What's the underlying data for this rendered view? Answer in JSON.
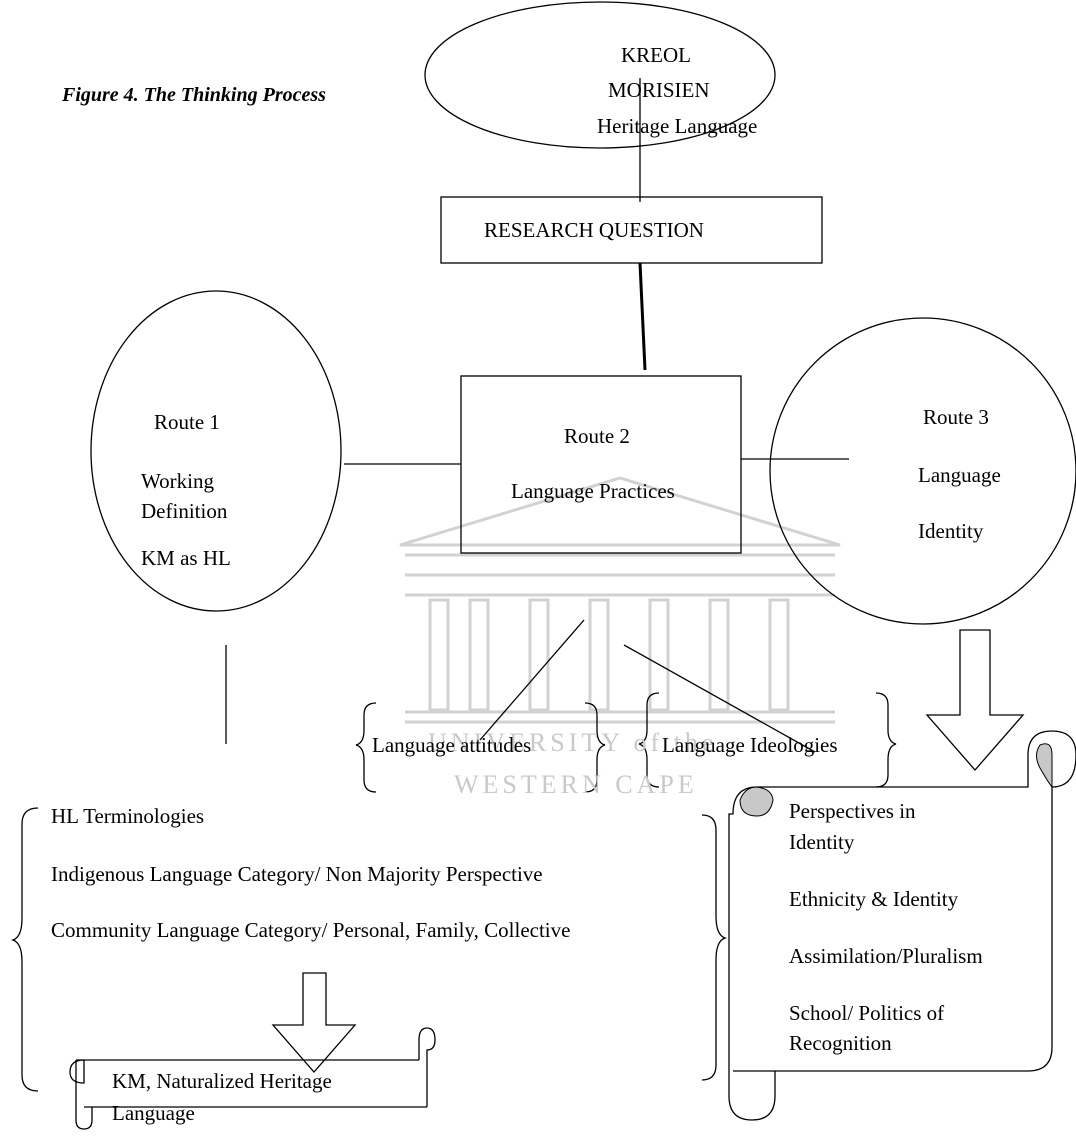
{
  "figure_title": "Figure 4. The Thinking Process",
  "top_node": {
    "line1": "KREOL",
    "line2": "MORISIEN",
    "line3": "Heritage Language"
  },
  "research_question": "RESEARCH QUESTION",
  "route1": {
    "title": "Route 1",
    "line1": "Working",
    "line2": "Definition",
    "line3": "KM as HL"
  },
  "route2": {
    "title": "Route 2",
    "subtitle": "Language Practices"
  },
  "route3": {
    "title": "Route 3",
    "line1": "Language",
    "line2": "Identity"
  },
  "branches": {
    "attitudes": "Language attitudes",
    "ideologies": "Language Ideologies"
  },
  "hl_terminologies": {
    "heading": "HL Terminologies",
    "item1": "Indigenous Language Category/ Non Majority Perspective",
    "item2": "Community Language Category/ Personal, Family, Collective"
  },
  "km_scroll": {
    "line1": "KM, Naturalized Heritage",
    "line2": "Language"
  },
  "identity_scroll": {
    "item1_line1": "Perspectives in",
    "item1_line2": "Identity",
    "item2": "Ethnicity & Identity",
    "item3": "Assimilation/Pluralism",
    "item4_line1": "School/ Politics of",
    "item4_line2": "Recognition"
  },
  "watermark": {
    "line1": "UNIVERSITY of the",
    "line2": "WESTERN CAPE"
  },
  "colors": {
    "line": "#000000",
    "scroll_curl": "#c8c8c8",
    "watermark": "#c9c9c9"
  }
}
